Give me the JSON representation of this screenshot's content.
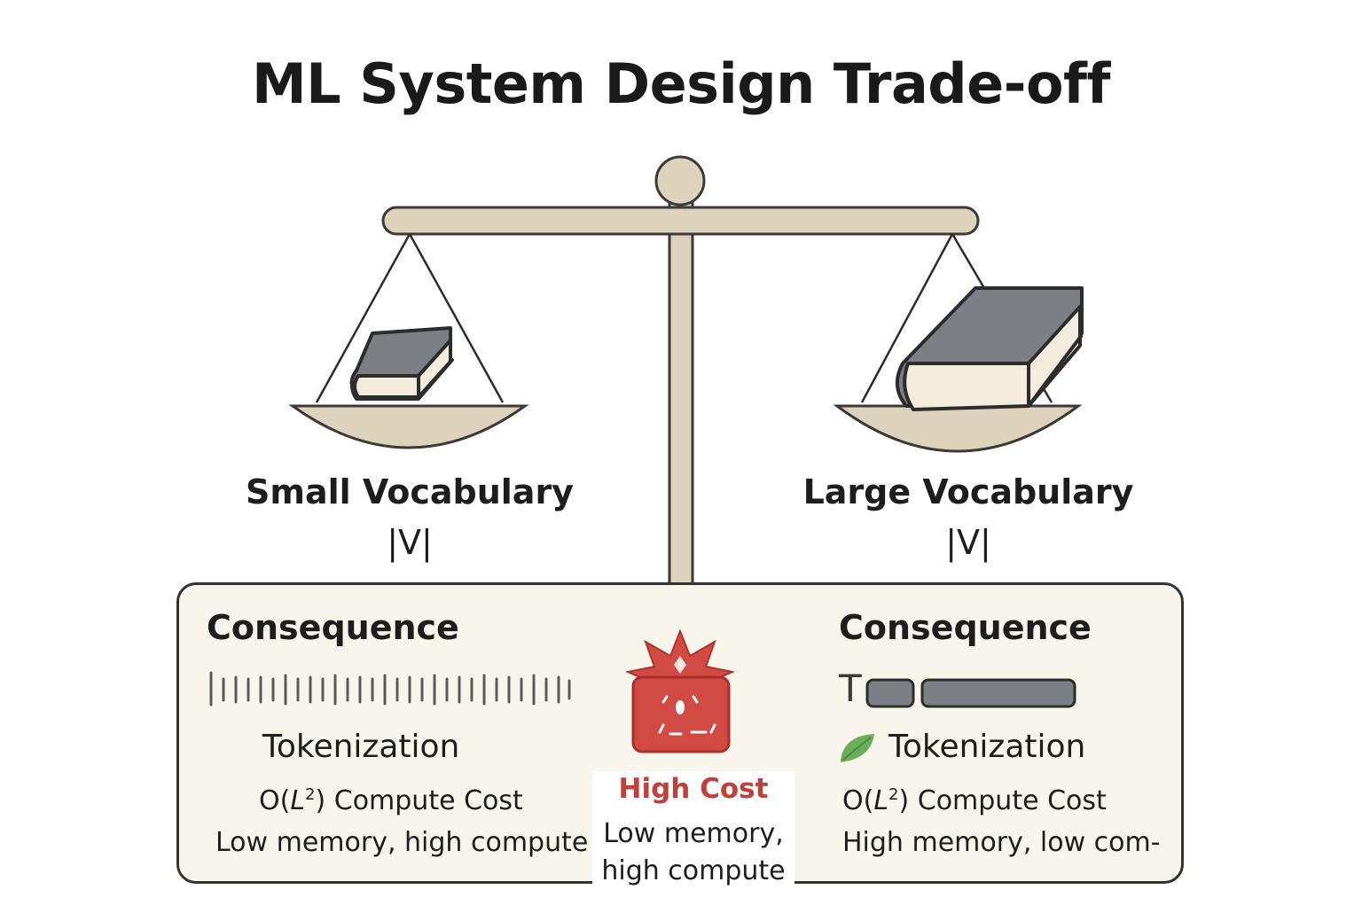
{
  "title": "ML System Design Trade-off",
  "left": {
    "label": "Small Vocabulary",
    "sub": "|V|",
    "consequence": "Consequence",
    "tokenization": "Tokenization",
    "cost_prefix": "O(",
    "cost_var": "L",
    "cost_sup": "2",
    "cost_suffix": ") Compute Cost",
    "description": "Low memory, high compute"
  },
  "right": {
    "label": "Large Vocabulary",
    "sub": "|V|",
    "consequence": "Consequence",
    "token_glyph": "T",
    "tokenization": "Tokenization",
    "cost_prefix": "O(",
    "cost_var": "L",
    "cost_sup": "2",
    "cost_suffix": ") Compute Cost",
    "description": "High memory, low com-"
  },
  "center": {
    "badge": "High Cost",
    "line1": "Low memory,",
    "line2": "high compute"
  },
  "colors": {
    "scale": "#ddd2bc",
    "book_cover": "#7c7f83",
    "book_pages": "#f3ecdc",
    "panel_bg": "#f8f5ec",
    "accent_red": "#c0403c",
    "leaf_green": "#6aae5c"
  }
}
